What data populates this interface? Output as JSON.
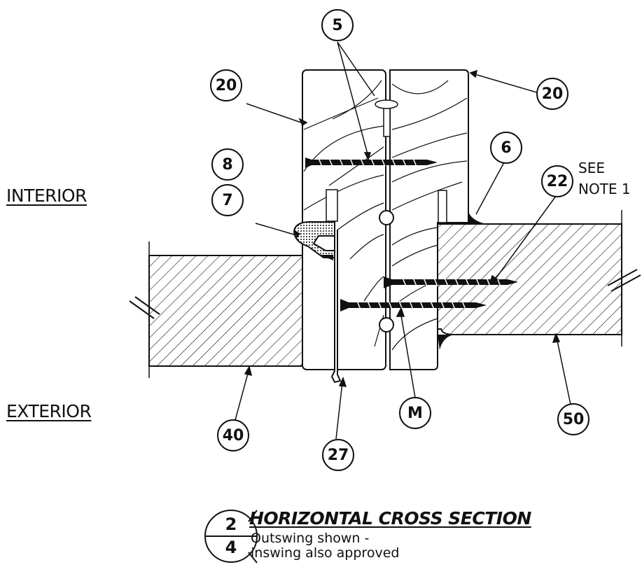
{
  "labels": {
    "interior": "INTERIOR",
    "exterior": "EXTERIOR"
  },
  "callouts": {
    "c5": "5",
    "c20_left": "20",
    "c20_right": "20",
    "c8": "8",
    "c7": "7",
    "c6": "6",
    "c22": "22",
    "c40": "40",
    "c27": "27",
    "cM": "M",
    "c50": "50"
  },
  "note": {
    "line1": "SEE",
    "line2": "NOTE 1"
  },
  "section": {
    "number": "2",
    "sheet": "4",
    "title": "HORIZONTAL CROSS SECTION",
    "subtitle": "Outswing shown - inswing also approved"
  },
  "colors": {
    "line": "#111111",
    "background": "#ffffff"
  }
}
